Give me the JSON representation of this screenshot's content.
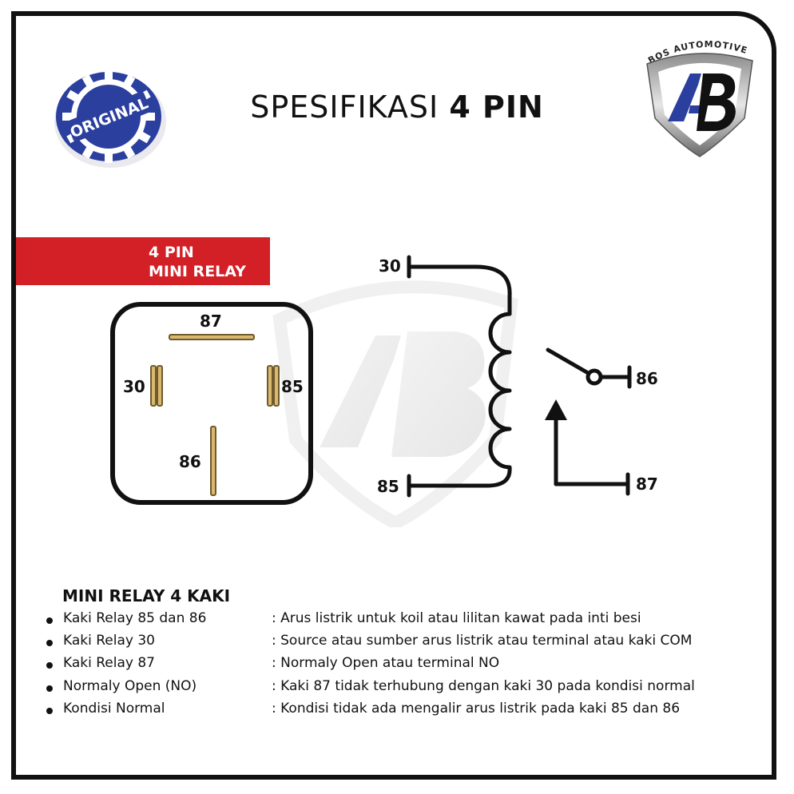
{
  "header": {
    "title_regular": "SPESIFIKASI ",
    "title_bold": "4 PIN",
    "badge_text": "ORIGINAL",
    "logo_brand": "BOS AUTOMOTIVE",
    "logo_mark": "AB",
    "colors": {
      "accent_red": "#d32027",
      "brand_blue": "#2a3f9e",
      "frame": "#111111",
      "pin_gold": "#d9b870"
    }
  },
  "ribbon": {
    "line1": "4 PIN",
    "line2": "MINI RELAY"
  },
  "relay_pins": {
    "top": "87",
    "left": "30",
    "right": "85",
    "bottom": "86"
  },
  "schematic": {
    "coil_top": "30",
    "coil_bottom": "85",
    "switch_common": "86",
    "switch_contact": "87"
  },
  "section": {
    "title": "MINI RELAY 4 KAKI",
    "items": [
      {
        "key": "Kaki Relay 85 dan 86",
        "value": ": Arus listrik untuk koil atau lilitan kawat pada inti besi"
      },
      {
        "key": "Kaki Relay 30",
        "value": ": Source atau sumber arus listrik atau terminal atau kaki COM"
      },
      {
        "key": "Kaki Relay 87",
        "value": ": Normaly Open atau terminal NO"
      },
      {
        "key": "Normaly Open (NO)",
        "value": ": Kaki 87 tidak terhubung dengan kaki 30 pada kondisi normal"
      },
      {
        "key": "Kondisi Normal",
        "value": ": Kondisi tidak ada mengalir arus listrik pada kaki 85 dan 86"
      }
    ]
  }
}
